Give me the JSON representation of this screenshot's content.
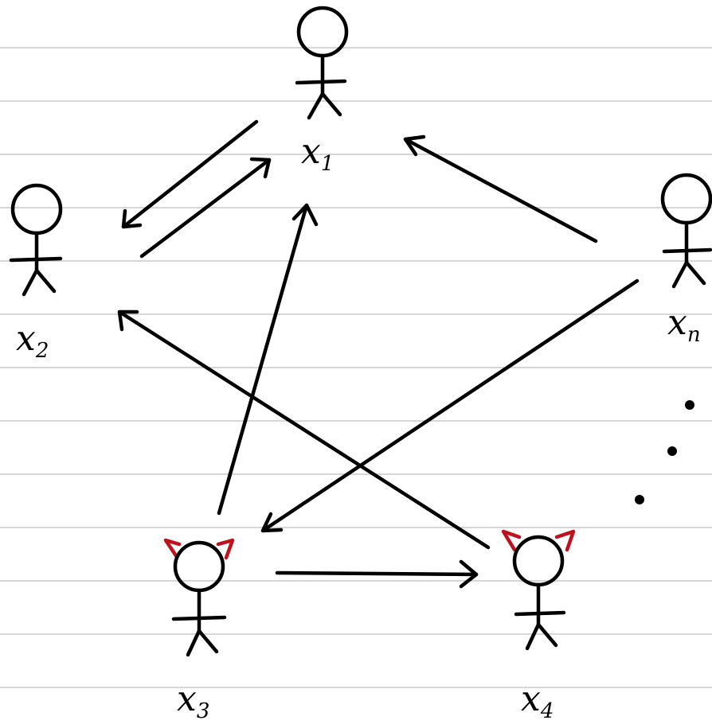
{
  "diagram": {
    "nodes": [
      {
        "id": "x1",
        "var": "x",
        "sub": "1",
        "role": "honest"
      },
      {
        "id": "x2",
        "var": "x",
        "sub": "2",
        "role": "honest"
      },
      {
        "id": "x3",
        "var": "x",
        "sub": "3",
        "role": "malicious"
      },
      {
        "id": "x4",
        "var": "x",
        "sub": "4",
        "role": "malicious"
      },
      {
        "id": "xn",
        "var": "x",
        "sub": "n",
        "role": "honest"
      }
    ],
    "edges": [
      {
        "from": "x1",
        "to": "x2"
      },
      {
        "from": "x2",
        "to": "x1"
      },
      {
        "from": "xn",
        "to": "x1"
      },
      {
        "from": "xn",
        "to": "x3"
      },
      {
        "from": "x3",
        "to": "x1"
      },
      {
        "from": "x4",
        "to": "x2"
      },
      {
        "from": "x3",
        "to": "x4"
      }
    ],
    "colors": {
      "ink": "#000000",
      "horns": "#c0121c",
      "ruled_lines": "#d6d6d6"
    },
    "continuation": "ellipsis"
  }
}
